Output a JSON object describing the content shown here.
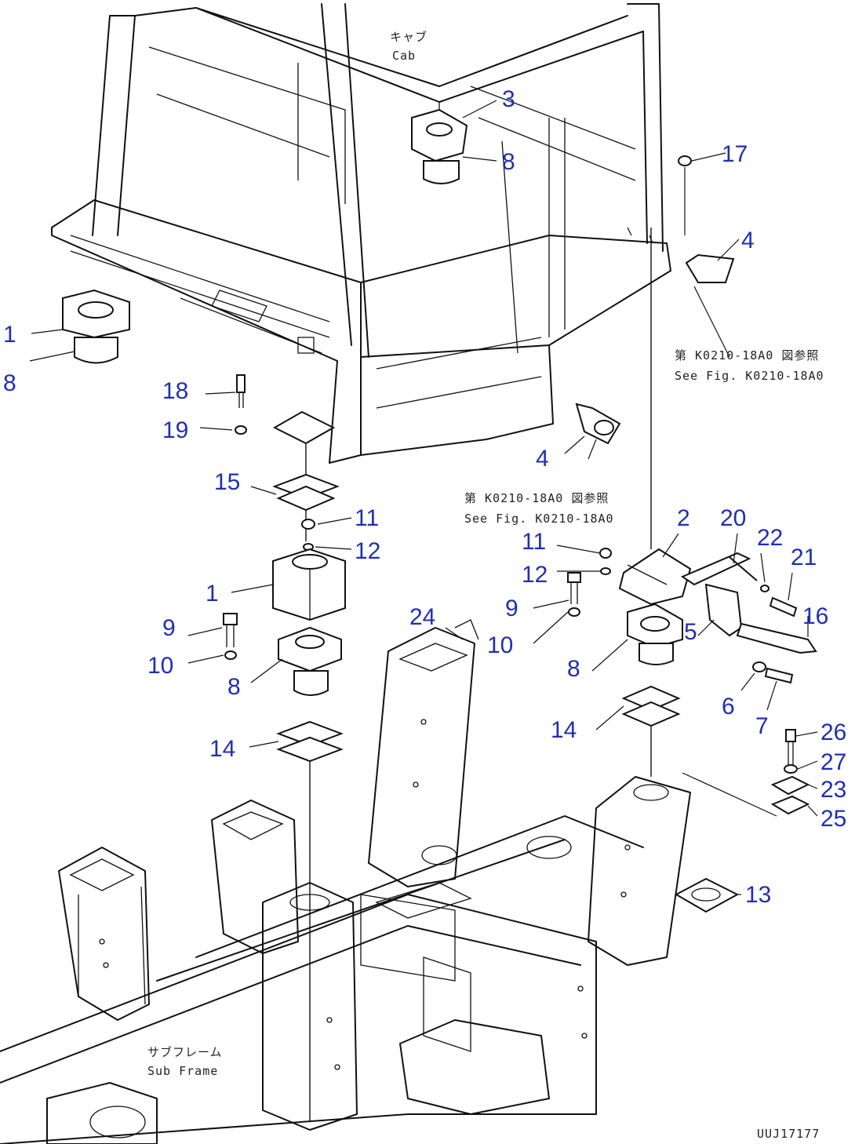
{
  "notes": {
    "cab_jp": "キャブ",
    "cab_en": "Cab",
    "see_fig_upper_jp": "第 K0210-18A0 図参照",
    "see_fig_upper_en": "See Fig. K0210-18A0",
    "see_fig_lower_jp": "第 K0210-18A0 図参照",
    "see_fig_lower_en": "See Fig. K0210-18A0",
    "subframe_jp": "サブフレーム",
    "subframe_en": "Sub Frame",
    "figure_code": "UUJ17177"
  },
  "callouts": [
    {
      "id": "c1a",
      "text": "1"
    },
    {
      "id": "c8a",
      "text": "8"
    },
    {
      "id": "c3",
      "text": "3"
    },
    {
      "id": "c8b",
      "text": "8"
    },
    {
      "id": "c17",
      "text": "17"
    },
    {
      "id": "c4a",
      "text": "4"
    },
    {
      "id": "c18",
      "text": "18"
    },
    {
      "id": "c19",
      "text": "19"
    },
    {
      "id": "c4b",
      "text": "4"
    },
    {
      "id": "c15",
      "text": "15"
    },
    {
      "id": "c11a",
      "text": "11"
    },
    {
      "id": "c12a",
      "text": "12"
    },
    {
      "id": "c1b",
      "text": "1"
    },
    {
      "id": "c9a",
      "text": "9"
    },
    {
      "id": "c10a",
      "text": "10"
    },
    {
      "id": "c8c",
      "text": "8"
    },
    {
      "id": "c14a",
      "text": "14"
    },
    {
      "id": "c24",
      "text": "24"
    },
    {
      "id": "c2",
      "text": "2"
    },
    {
      "id": "c20",
      "text": "20"
    },
    {
      "id": "c22",
      "text": "22"
    },
    {
      "id": "c21",
      "text": "21"
    },
    {
      "id": "c16",
      "text": "16"
    },
    {
      "id": "c11b",
      "text": "11"
    },
    {
      "id": "c12b",
      "text": "12"
    },
    {
      "id": "c9b",
      "text": "9"
    },
    {
      "id": "c10b",
      "text": "10"
    },
    {
      "id": "c8d",
      "text": "8"
    },
    {
      "id": "c5",
      "text": "5"
    },
    {
      "id": "c6",
      "text": "6"
    },
    {
      "id": "c7",
      "text": "7"
    },
    {
      "id": "c14b",
      "text": "14"
    },
    {
      "id": "c26",
      "text": "26"
    },
    {
      "id": "c27",
      "text": "27"
    },
    {
      "id": "c23",
      "text": "23"
    },
    {
      "id": "c25",
      "text": "25"
    },
    {
      "id": "c13",
      "text": "13"
    }
  ]
}
